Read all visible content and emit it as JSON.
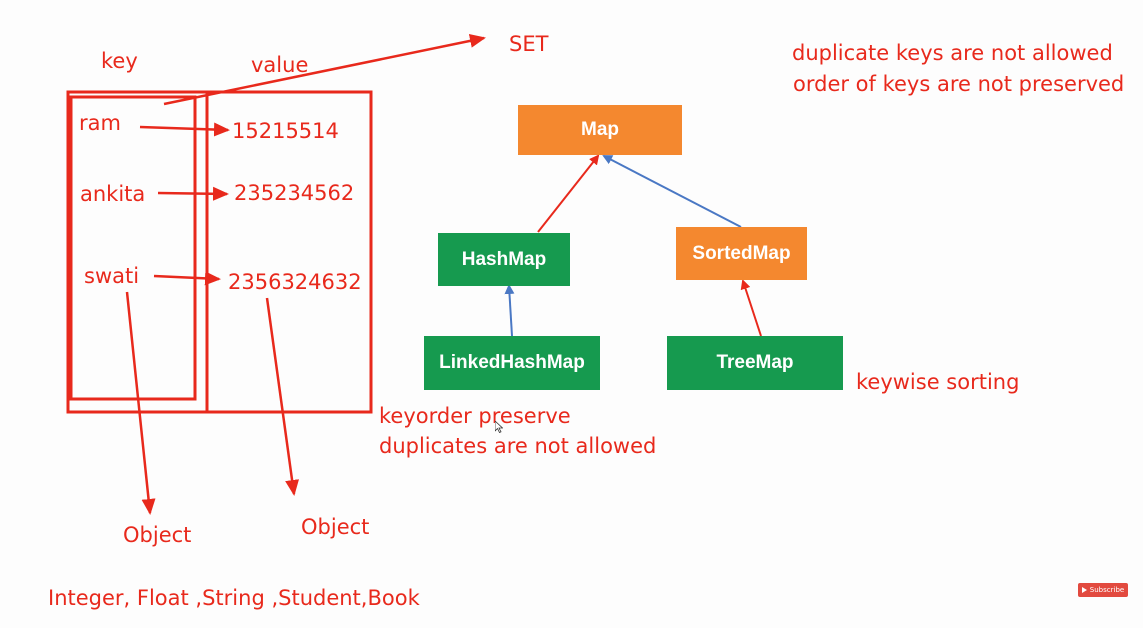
{
  "table": {
    "key_header": "key",
    "value_header": "value",
    "entries": [
      {
        "key": "ram",
        "value": "15215514"
      },
      {
        "key": "ankita",
        "value": "235234562"
      },
      {
        "key": "swati",
        "value": "2356324632"
      }
    ],
    "key_type_label": "Object",
    "value_type_label": "Object"
  },
  "set_label": "SET",
  "object_examples": "Integer, Float ,String ,Student,Book",
  "map_notes": {
    "line1": "duplicate keys are not allowed",
    "line2": "order of keys are not preserved"
  },
  "linked_notes": {
    "line1": "keyorder preserve",
    "line2": "duplicates are not allowed"
  },
  "treemap_note": "keywise sorting",
  "hierarchy": {
    "map": "Map",
    "hashmap": "HashMap",
    "sortedmap": "SortedMap",
    "linkedhashmap": "LinkedHashMap",
    "treemap": "TreeMap"
  },
  "colors": {
    "annotation_red": "#e8291c",
    "interface_orange": "#f4882f",
    "class_green": "#169a4f",
    "arrow_blue": "#4a78c4"
  },
  "subscribe_badge": "Subscribe"
}
